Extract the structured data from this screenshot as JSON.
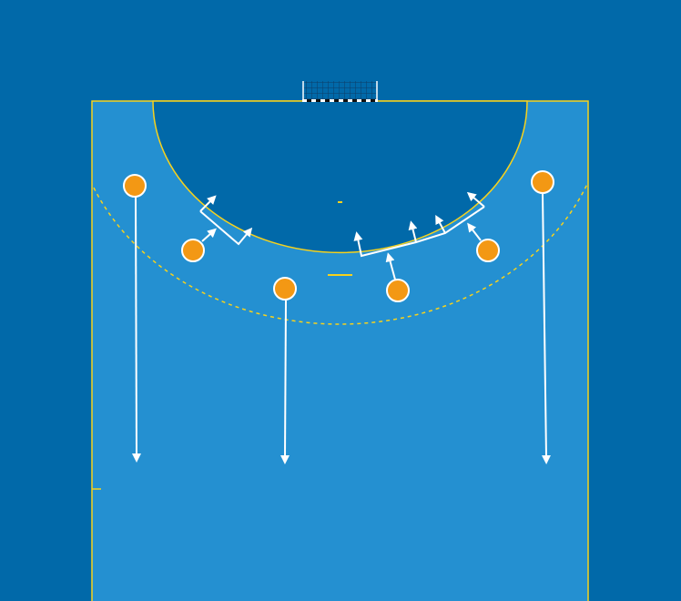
{
  "diagram": {
    "type": "handball half-court tactic",
    "colors": {
      "background": "#0169a9",
      "court": "#2490d1",
      "goal_area": "#0169a9",
      "lines": "#f7d21c",
      "player": "#f39814",
      "arrow": "#ffffff"
    },
    "players": [
      {
        "id": "p1",
        "icon": "player-circle"
      },
      {
        "id": "p2",
        "icon": "player-circle"
      },
      {
        "id": "p3",
        "icon": "player-circle"
      },
      {
        "id": "p4",
        "icon": "player-circle"
      },
      {
        "id": "p5",
        "icon": "player-circle"
      },
      {
        "id": "p6",
        "icon": "player-circle"
      }
    ]
  }
}
